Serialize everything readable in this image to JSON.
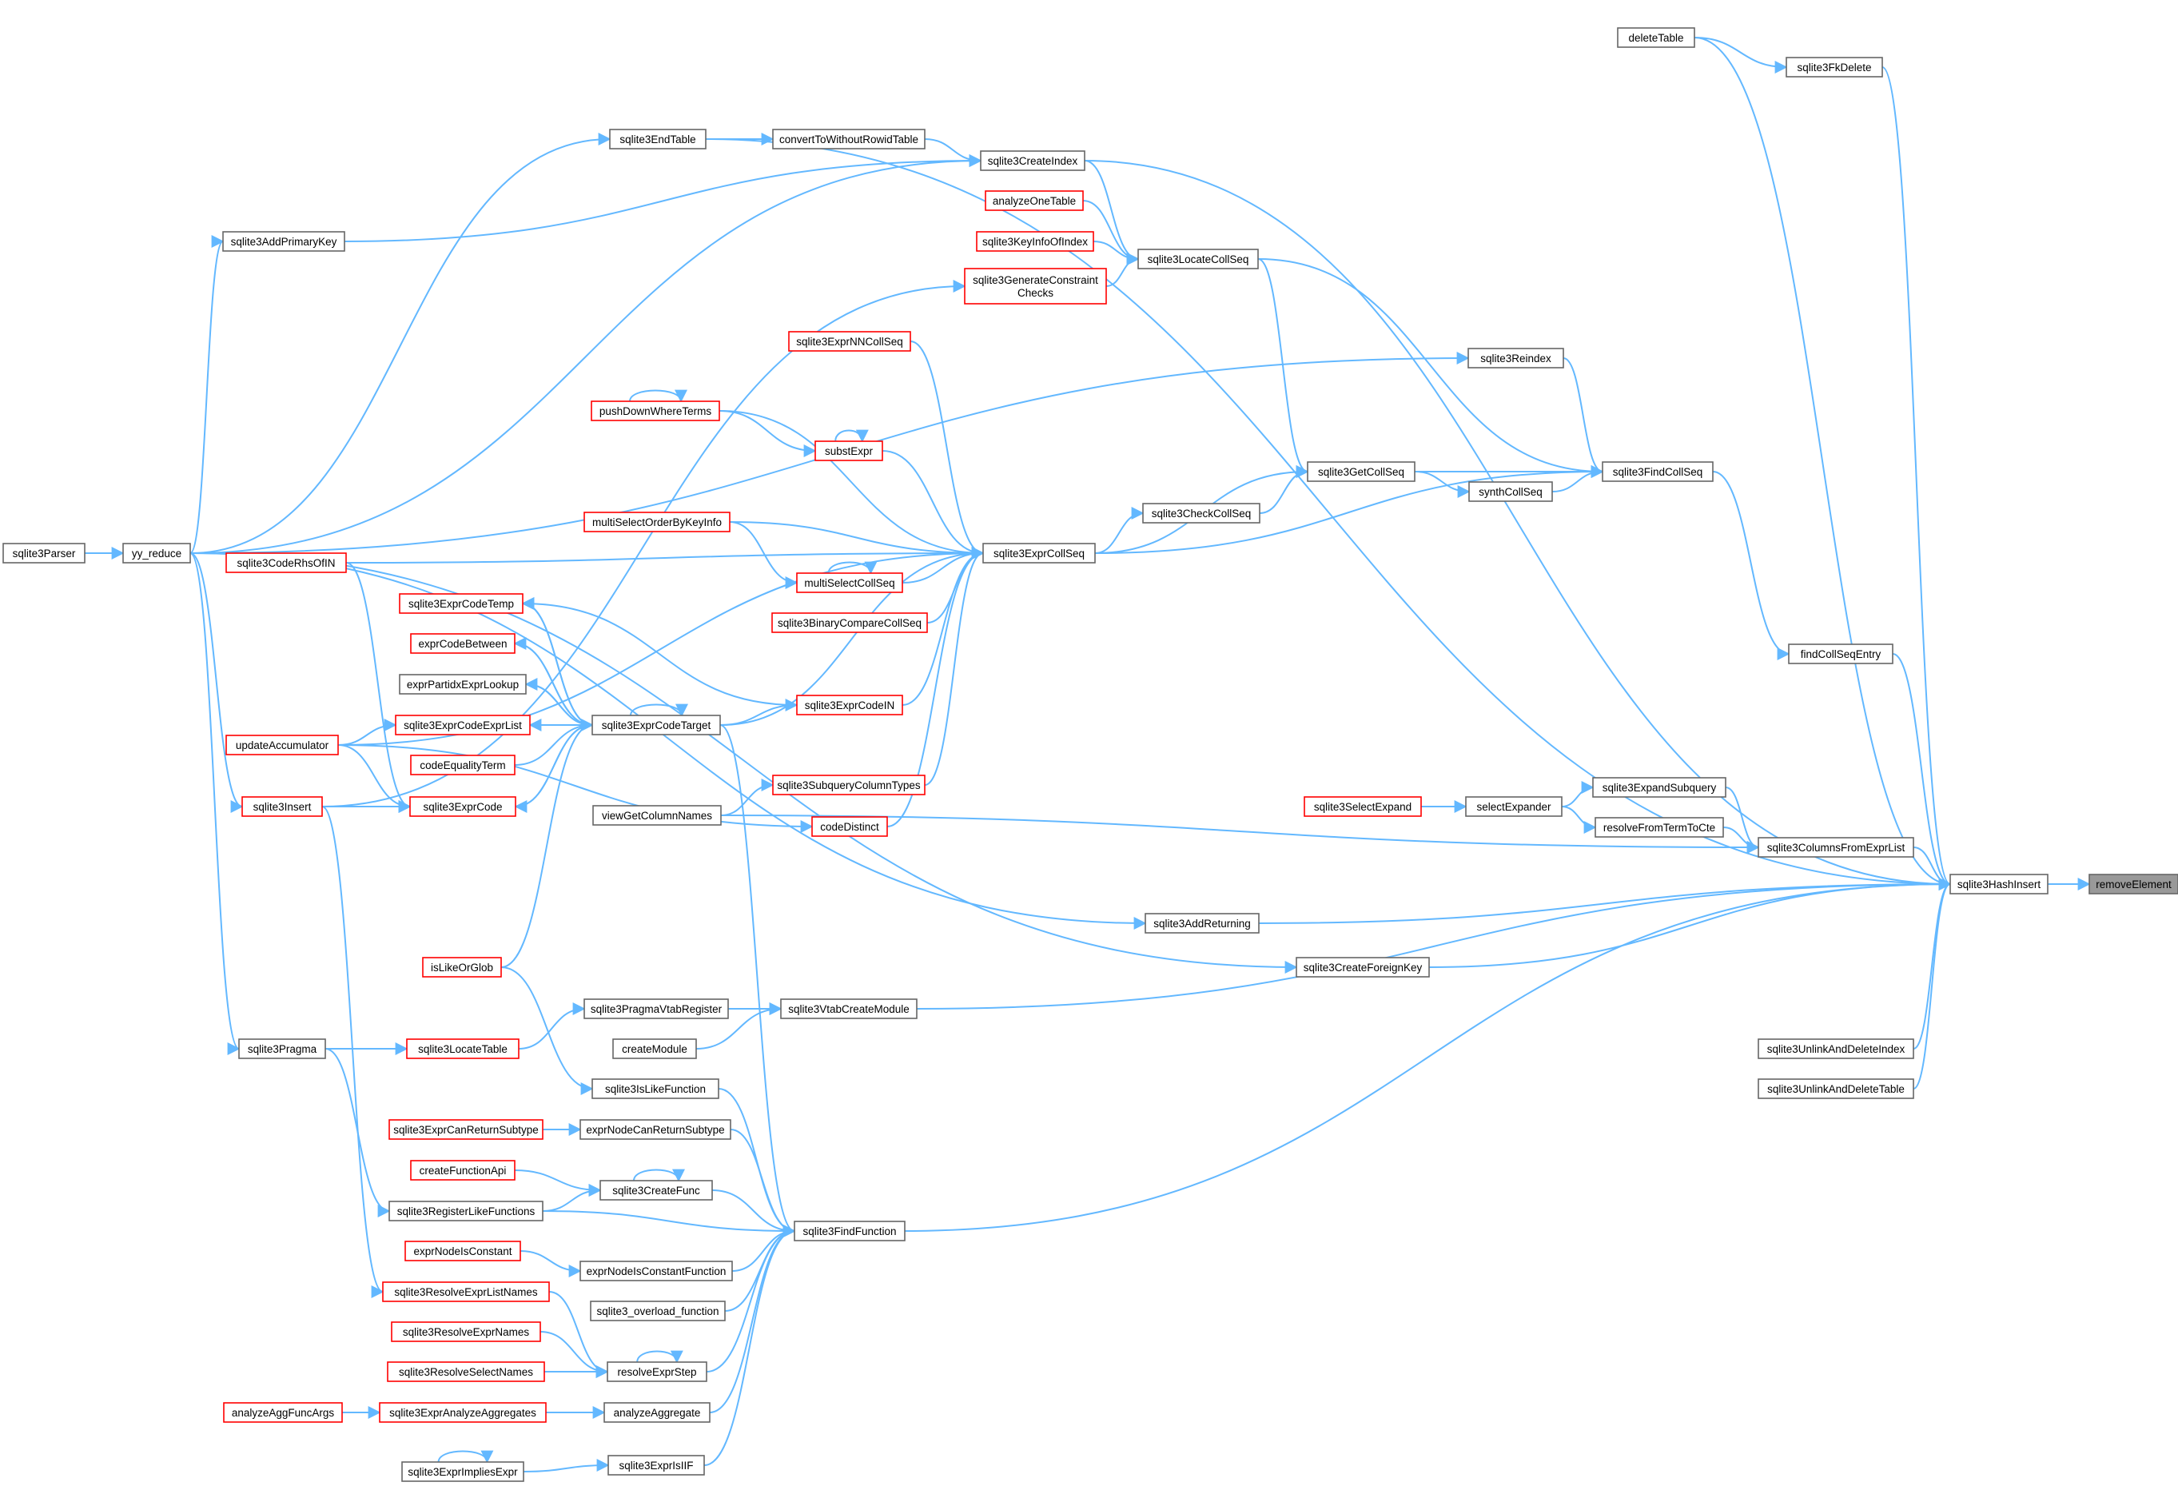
{
  "graph": {
    "highlight_color": "#999999",
    "edge_color": "#63b8ff",
    "red_border_color": "#ff0000",
    "nodes": [
      {
        "id": "removeElement",
        "label": "removeElement",
        "style": "gray"
      },
      {
        "id": "sqlite3HashInsert",
        "label": "sqlite3HashInsert",
        "style": "normal"
      },
      {
        "id": "deleteTable",
        "label": "deleteTable",
        "style": "normal"
      },
      {
        "id": "sqlite3FkDelete",
        "label": "sqlite3FkDelete",
        "style": "normal"
      },
      {
        "id": "sqlite3EndTable",
        "label": "sqlite3EndTable",
        "style": "normal"
      },
      {
        "id": "convertToWithoutRowidTable",
        "label": "convertToWithoutRowidTable",
        "style": "normal"
      },
      {
        "id": "sqlite3CreateIndex",
        "label": "sqlite3CreateIndex",
        "style": "normal"
      },
      {
        "id": "analyzeOneTable",
        "label": "analyzeOneTable",
        "style": "red"
      },
      {
        "id": "sqlite3KeyInfoOfIndex",
        "label": "sqlite3KeyInfoOfIndex",
        "style": "red"
      },
      {
        "id": "sqlite3LocateCollSeq",
        "label": "sqlite3LocateCollSeq",
        "style": "normal"
      },
      {
        "id": "sqlite3AddPrimaryKey",
        "label": "sqlite3AddPrimaryKey",
        "style": "normal"
      },
      {
        "id": "sqlite3GenerateConstraintChecks",
        "label": "sqlite3GenerateConstraint\nChecks",
        "style": "red"
      },
      {
        "id": "sqlite3ExprNNCollSeq",
        "label": "sqlite3ExprNNCollSeq",
        "style": "red"
      },
      {
        "id": "sqlite3Reindex",
        "label": "sqlite3Reindex",
        "style": "normal"
      },
      {
        "id": "pushDownWhereTerms",
        "label": "pushDownWhereTerms",
        "style": "red"
      },
      {
        "id": "substExpr",
        "label": "substExpr",
        "style": "red"
      },
      {
        "id": "sqlite3GetCollSeq",
        "label": "sqlite3GetCollSeq",
        "style": "normal"
      },
      {
        "id": "sqlite3FindCollSeq",
        "label": "sqlite3FindCollSeq",
        "style": "normal"
      },
      {
        "id": "synthCollSeq",
        "label": "synthCollSeq",
        "style": "normal"
      },
      {
        "id": "sqlite3CheckCollSeq",
        "label": "sqlite3CheckCollSeq",
        "style": "normal"
      },
      {
        "id": "multiSelectOrderByKeyInfo",
        "label": "multiSelectOrderByKeyInfo",
        "style": "red"
      },
      {
        "id": "sqlite3ExprCollSeq",
        "label": "sqlite3ExprCollSeq",
        "style": "normal"
      },
      {
        "id": "sqlite3Parser",
        "label": "sqlite3Parser",
        "style": "normal"
      },
      {
        "id": "yy_reduce",
        "label": "yy_reduce",
        "style": "normal"
      },
      {
        "id": "sqlite3CodeRhsOfIN",
        "label": "sqlite3CodeRhsOfIN",
        "style": "red"
      },
      {
        "id": "multiSelectCollSeq",
        "label": "multiSelectCollSeq",
        "style": "red"
      },
      {
        "id": "sqlite3ExprCodeTemp",
        "label": "sqlite3ExprCodeTemp",
        "style": "red"
      },
      {
        "id": "sqlite3BinaryCompareCollSeq",
        "label": "sqlite3BinaryCompareCollSeq",
        "style": "red"
      },
      {
        "id": "exprCodeBetween",
        "label": "exprCodeBetween",
        "style": "red"
      },
      {
        "id": "findCollSeqEntry",
        "label": "findCollSeqEntry",
        "style": "normal"
      },
      {
        "id": "exprPartidxExprLookup",
        "label": "exprPartidxExprLookup",
        "style": "normal"
      },
      {
        "id": "sqlite3ExprCodeIN",
        "label": "sqlite3ExprCodeIN",
        "style": "red"
      },
      {
        "id": "updateAccumulator",
        "label": "updateAccumulator",
        "style": "red"
      },
      {
        "id": "sqlite3ExprCodeExprList",
        "label": "sqlite3ExprCodeExprList",
        "style": "red"
      },
      {
        "id": "sqlite3ExprCodeTarget",
        "label": "sqlite3ExprCodeTarget",
        "style": "normal"
      },
      {
        "id": "codeEqualityTerm",
        "label": "codeEqualityTerm",
        "style": "red"
      },
      {
        "id": "sqlite3SubqueryColumnTypes",
        "label": "sqlite3SubqueryColumnTypes",
        "style": "red"
      },
      {
        "id": "sqlite3ExpandSubquery",
        "label": "sqlite3ExpandSubquery",
        "style": "normal"
      },
      {
        "id": "sqlite3Insert",
        "label": "sqlite3Insert",
        "style": "red"
      },
      {
        "id": "sqlite3ExprCode",
        "label": "sqlite3ExprCode",
        "style": "red"
      },
      {
        "id": "sqlite3SelectExpand",
        "label": "sqlite3SelectExpand",
        "style": "red"
      },
      {
        "id": "selectExpander",
        "label": "selectExpander",
        "style": "normal"
      },
      {
        "id": "viewGetColumnNames",
        "label": "viewGetColumnNames",
        "style": "normal"
      },
      {
        "id": "codeDistinct",
        "label": "codeDistinct",
        "style": "red"
      },
      {
        "id": "resolveFromTermToCte",
        "label": "resolveFromTermToCte",
        "style": "normal"
      },
      {
        "id": "sqlite3ColumnsFromExprList",
        "label": "sqlite3ColumnsFromExprList",
        "style": "normal"
      },
      {
        "id": "sqlite3AddReturning",
        "label": "sqlite3AddReturning",
        "style": "normal"
      },
      {
        "id": "isLikeOrGlob",
        "label": "isLikeOrGlob",
        "style": "red"
      },
      {
        "id": "sqlite3CreateForeignKey",
        "label": "sqlite3CreateForeignKey",
        "style": "normal"
      },
      {
        "id": "sqlite3PragmaVtabRegister",
        "label": "sqlite3PragmaVtabRegister",
        "style": "normal"
      },
      {
        "id": "sqlite3VtabCreateModule",
        "label": "sqlite3VtabCreateModule",
        "style": "normal"
      },
      {
        "id": "createModule",
        "label": "createModule",
        "style": "normal"
      },
      {
        "id": "sqlite3Pragma",
        "label": "sqlite3Pragma",
        "style": "normal"
      },
      {
        "id": "sqlite3LocateTable",
        "label": "sqlite3LocateTable",
        "style": "red"
      },
      {
        "id": "sqlite3UnlinkAndDeleteIndex",
        "label": "sqlite3UnlinkAndDeleteIndex",
        "style": "normal"
      },
      {
        "id": "sqlite3IsLikeFunction",
        "label": "sqlite3IsLikeFunction",
        "style": "normal"
      },
      {
        "id": "sqlite3UnlinkAndDeleteTable",
        "label": "sqlite3UnlinkAndDeleteTable",
        "style": "normal"
      },
      {
        "id": "sqlite3ExprCanReturnSubtype",
        "label": "sqlite3ExprCanReturnSubtype",
        "style": "red"
      },
      {
        "id": "exprNodeCanReturnSubtype",
        "label": "exprNodeCanReturnSubtype",
        "style": "normal"
      },
      {
        "id": "createFunctionApi",
        "label": "createFunctionApi",
        "style": "red"
      },
      {
        "id": "sqlite3CreateFunc",
        "label": "sqlite3CreateFunc",
        "style": "normal"
      },
      {
        "id": "sqlite3RegisterLikeFunctions",
        "label": "sqlite3RegisterLikeFunctions",
        "style": "normal"
      },
      {
        "id": "sqlite3FindFunction",
        "label": "sqlite3FindFunction",
        "style": "normal"
      },
      {
        "id": "exprNodeIsConstant",
        "label": "exprNodeIsConstant",
        "style": "red"
      },
      {
        "id": "exprNodeIsConstantFunction",
        "label": "exprNodeIsConstantFunction",
        "style": "normal"
      },
      {
        "id": "sqlite3ResolveExprListNames",
        "label": "sqlite3ResolveExprListNames",
        "style": "red"
      },
      {
        "id": "sqlite3_overload_function",
        "label": "sqlite3_overload_function",
        "style": "normal"
      },
      {
        "id": "sqlite3ResolveExprNames",
        "label": "sqlite3ResolveExprNames",
        "style": "red"
      },
      {
        "id": "sqlite3ResolveSelectNames",
        "label": "sqlite3ResolveSelectNames",
        "style": "red"
      },
      {
        "id": "resolveExprStep",
        "label": "resolveExprStep",
        "style": "normal"
      },
      {
        "id": "analyzeAggFuncArgs",
        "label": "analyzeAggFuncArgs",
        "style": "red"
      },
      {
        "id": "sqlite3ExprAnalyzeAggregates",
        "label": "sqlite3ExprAnalyzeAggregates",
        "style": "red"
      },
      {
        "id": "analyzeAggregate",
        "label": "analyzeAggregate",
        "style": "normal"
      },
      {
        "id": "sqlite3ExprImpliesExpr",
        "label": "sqlite3ExprImpliesExpr",
        "style": "normal"
      },
      {
        "id": "sqlite3ExprIsIIF",
        "label": "sqlite3ExprIsIIF",
        "style": "normal"
      }
    ],
    "edges": [
      [
        "sqlite3HashInsert",
        "removeElement"
      ],
      [
        "deleteTable",
        "sqlite3HashInsert"
      ],
      [
        "deleteTable",
        "sqlite3FkDelete"
      ],
      [
        "sqlite3FkDelete",
        "sqlite3HashInsert"
      ],
      [
        "sqlite3EndTable",
        "sqlite3HashInsert"
      ],
      [
        "sqlite3EndTable",
        "convertToWithoutRowidTable"
      ],
      [
        "convertToWithoutRowidTable",
        "sqlite3CreateIndex"
      ],
      [
        "sqlite3CreateIndex",
        "sqlite3HashInsert"
      ],
      [
        "sqlite3CreateIndex",
        "sqlite3LocateCollSeq"
      ],
      [
        "analyzeOneTable",
        "sqlite3LocateCollSeq"
      ],
      [
        "sqlite3KeyInfoOfIndex",
        "sqlite3LocateCollSeq"
      ],
      [
        "sqlite3GenerateConstraintChecks",
        "sqlite3LocateCollSeq"
      ],
      [
        "sqlite3LocateCollSeq",
        "sqlite3GetCollSeq"
      ],
      [
        "sqlite3LocateCollSeq",
        "sqlite3FindCollSeq"
      ],
      [
        "sqlite3AddPrimaryKey",
        "sqlite3CreateIndex"
      ],
      [
        "sqlite3Reindex",
        "sqlite3FindCollSeq"
      ],
      [
        "sqlite3GetCollSeq",
        "sqlite3FindCollSeq"
      ],
      [
        "sqlite3GetCollSeq",
        "synthCollSeq"
      ],
      [
        "synthCollSeq",
        "sqlite3FindCollSeq"
      ],
      [
        "sqlite3CheckCollSeq",
        "sqlite3GetCollSeq"
      ],
      [
        "sqlite3ExprCollSeq",
        "sqlite3GetCollSeq"
      ],
      [
        "sqlite3ExprCollSeq",
        "sqlite3FindCollSeq"
      ],
      [
        "sqlite3ExprCollSeq",
        "sqlite3CheckCollSeq"
      ],
      [
        "sqlite3FindCollSeq",
        "findCollSeqEntry"
      ],
      [
        "findCollSeqEntry",
        "sqlite3HashInsert"
      ],
      [
        "sqlite3ExprNNCollSeq",
        "sqlite3ExprCollSeq"
      ],
      [
        "pushDownWhereTerms",
        "sqlite3ExprCollSeq"
      ],
      [
        "pushDownWhereTerms",
        "substExpr"
      ],
      [
        "pushDownWhereTerms",
        "pushDownWhereTerms"
      ],
      [
        "substExpr",
        "sqlite3ExprCollSeq"
      ],
      [
        "substExpr",
        "substExpr"
      ],
      [
        "multiSelectOrderByKeyInfo",
        "sqlite3ExprCollSeq"
      ],
      [
        "multiSelectOrderByKeyInfo",
        "multiSelectCollSeq"
      ],
      [
        "multiSelectCollSeq",
        "sqlite3ExprCollSeq"
      ],
      [
        "multiSelectCollSeq",
        "multiSelectCollSeq"
      ],
      [
        "sqlite3BinaryCompareCollSeq",
        "sqlite3ExprCollSeq"
      ],
      [
        "sqlite3CodeRhsOfIN",
        "sqlite3ExprCollSeq"
      ],
      [
        "sqlite3ExprCodeIN",
        "sqlite3ExprCollSeq"
      ],
      [
        "sqlite3ExprCodeTarget",
        "sqlite3ExprCollSeq"
      ],
      [
        "sqlite3ExprCodeTarget",
        "sqlite3ExprCodeIN"
      ],
      [
        "sqlite3ExprCodeTarget",
        "sqlite3ExprCodeTemp"
      ],
      [
        "sqlite3ExprCodeTarget",
        "exprCodeBetween"
      ],
      [
        "sqlite3ExprCodeTarget",
        "exprPartidxExprLookup"
      ],
      [
        "sqlite3ExprCodeTarget",
        "sqlite3ExprCodeExprList"
      ],
      [
        "sqlite3ExprCodeTarget",
        "sqlite3ExprCode"
      ],
      [
        "sqlite3ExprCodeTarget",
        "sqlite3ExprCodeTarget"
      ],
      [
        "sqlite3ExprCodeTemp",
        "sqlite3ExprCodeTarget"
      ],
      [
        "sqlite3ExprCodeExprList",
        "sqlite3ExprCodeTarget"
      ],
      [
        "exprPartidxExprLookup",
        "sqlite3ExprCodeTarget"
      ],
      [
        "exprCodeBetween",
        "sqlite3ExprCodeTarget"
      ],
      [
        "codeEqualityTerm",
        "sqlite3ExprCodeTarget"
      ],
      [
        "sqlite3ExprCode",
        "sqlite3ExprCodeTarget"
      ],
      [
        "isLikeOrGlob",
        "sqlite3ExprCodeTarget"
      ],
      [
        "sqlite3ExprCodeIN",
        "sqlite3ExprCodeTemp"
      ],
      [
        "updateAccumulator",
        "sqlite3ExprCollSeq"
      ],
      [
        "updateAccumulator",
        "sqlite3ExprCodeExprList"
      ],
      [
        "updateAccumulator",
        "sqlite3ExprCode"
      ],
      [
        "sqlite3Insert",
        "sqlite3ExprCode"
      ],
      [
        "sqlite3Insert",
        "sqlite3GenerateConstraintChecks"
      ],
      [
        "sqlite3CodeRhsOfIN",
        "sqlite3ExprCode"
      ],
      [
        "sqlite3SubqueryColumnTypes",
        "sqlite3ExprCollSeq"
      ],
      [
        "viewGetColumnNames",
        "sqlite3SubqueryColumnTypes"
      ],
      [
        "codeDistinct",
        "sqlite3ExprCollSeq"
      ],
      [
        "updateAccumulator",
        "codeDistinct"
      ],
      [
        "sqlite3SelectExpand",
        "selectExpander"
      ],
      [
        "selectExpander",
        "sqlite3ExpandSubquery"
      ],
      [
        "selectExpander",
        "resolveFromTermToCte"
      ],
      [
        "sqlite3ExpandSubquery",
        "sqlite3ColumnsFromExprList"
      ],
      [
        "resolveFromTermToCte",
        "sqlite3ColumnsFromExprList"
      ],
      [
        "viewGetColumnNames",
        "sqlite3ColumnsFromExprList"
      ],
      [
        "sqlite3ColumnsFromExprList",
        "sqlite3HashInsert"
      ],
      [
        "sqlite3Parser",
        "yy_reduce"
      ],
      [
        "yy_reduce",
        "sqlite3EndTable"
      ],
      [
        "yy_reduce",
        "sqlite3CreateIndex"
      ],
      [
        "yy_reduce",
        "sqlite3AddPrimaryKey"
      ],
      [
        "yy_reduce",
        "sqlite3Reindex"
      ],
      [
        "yy_reduce",
        "sqlite3Insert"
      ],
      [
        "yy_reduce",
        "sqlite3AddReturning"
      ],
      [
        "yy_reduce",
        "sqlite3CreateForeignKey"
      ],
      [
        "yy_reduce",
        "sqlite3Pragma"
      ],
      [
        "sqlite3AddReturning",
        "sqlite3HashInsert"
      ],
      [
        "sqlite3CreateForeignKey",
        "sqlite3HashInsert"
      ],
      [
        "sqlite3PragmaVtabRegister",
        "sqlite3VtabCreateModule"
      ],
      [
        "createModule",
        "sqlite3VtabCreateModule"
      ],
      [
        "sqlite3VtabCreateModule",
        "sqlite3HashInsert"
      ],
      [
        "sqlite3Pragma",
        "sqlite3LocateTable"
      ],
      [
        "sqlite3Pragma",
        "sqlite3RegisterLikeFunctions"
      ],
      [
        "sqlite3LocateTable",
        "sqlite3PragmaVtabRegister"
      ],
      [
        "isLikeOrGlob",
        "sqlite3IsLikeFunction"
      ],
      [
        "sqlite3IsLikeFunction",
        "sqlite3FindFunction"
      ],
      [
        "sqlite3UnlinkAndDeleteIndex",
        "sqlite3HashInsert"
      ],
      [
        "sqlite3UnlinkAndDeleteTable",
        "sqlite3HashInsert"
      ],
      [
        "sqlite3ExprCanReturnSubtype",
        "exprNodeCanReturnSubtype"
      ],
      [
        "exprNodeCanReturnSubtype",
        "sqlite3FindFunction"
      ],
      [
        "createFunctionApi",
        "sqlite3CreateFunc"
      ],
      [
        "sqlite3CreateFunc",
        "sqlite3CreateFunc"
      ],
      [
        "sqlite3CreateFunc",
        "sqlite3FindFunction"
      ],
      [
        "sqlite3RegisterLikeFunctions",
        "sqlite3CreateFunc"
      ],
      [
        "sqlite3RegisterLikeFunctions",
        "sqlite3FindFunction"
      ],
      [
        "exprNodeIsConstant",
        "exprNodeIsConstantFunction"
      ],
      [
        "exprNodeIsConstantFunction",
        "sqlite3FindFunction"
      ],
      [
        "sqlite3_overload_function",
        "sqlite3FindFunction"
      ],
      [
        "sqlite3ResolveExprListNames",
        "resolveExprStep"
      ],
      [
        "sqlite3ResolveExprNames",
        "resolveExprStep"
      ],
      [
        "sqlite3ResolveSelectNames",
        "resolveExprStep"
      ],
      [
        "resolveExprStep",
        "resolveExprStep"
      ],
      [
        "resolveExprStep",
        "sqlite3FindFunction"
      ],
      [
        "analyzeAggFuncArgs",
        "sqlite3ExprAnalyzeAggregates"
      ],
      [
        "sqlite3ExprAnalyzeAggregates",
        "analyzeAggregate"
      ],
      [
        "analyzeAggregate",
        "sqlite3FindFunction"
      ],
      [
        "sqlite3ExprImpliesExpr",
        "sqlite3ExprIsIIF"
      ],
      [
        "sqlite3ExprImpliesExpr",
        "sqlite3ExprImpliesExpr"
      ],
      [
        "sqlite3ExprIsIIF",
        "sqlite3FindFunction"
      ],
      [
        "sqlite3Insert",
        "sqlite3ResolveExprListNames"
      ],
      [
        "sqlite3ExprCodeTarget",
        "sqlite3FindFunction"
      ],
      [
        "sqlite3FindFunction",
        "sqlite3HashInsert"
      ]
    ]
  }
}
